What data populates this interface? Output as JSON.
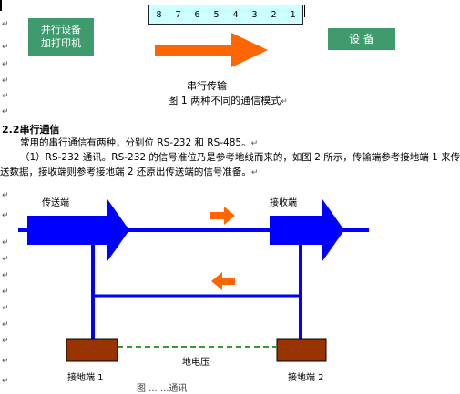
{
  "figure1": {
    "parallel_device": [
      "并行设备",
      "加打印机"
    ],
    "bits": [
      "8",
      "7",
      "6",
      "5",
      "4",
      "3",
      "2",
      "1"
    ],
    "device": "设  备",
    "serial_label": "串行传输",
    "caption": "图 1  两种不同的通信模式"
  },
  "section": {
    "heading": "2.2串行通信",
    "para1": "常用的串行通信有两种，分别位 RS-232 和 RS-485。",
    "para2_line1": "（1）RS-232 通讯。RS-232 的信号准位乃是参考地线而来的，如图 2 所示，传输端参考接地端 1 来传",
    "para2_line2": "送数据，接收端则参考接地端 2 还原出传送端的信号准备。"
  },
  "figure2": {
    "sender": "传送端",
    "receiver": "接收端",
    "ground1": "接地端 1",
    "ground2": "接地端 2",
    "ground_voltage": "地电压",
    "caption_partial": "图 ... ...通讯"
  },
  "colors": {
    "green_box": "#3f9a6e",
    "bits_bg": "#ccffff",
    "arrow_orange": "#ff6600",
    "line_blue": "#0000ff",
    "ground_brown": "#993300",
    "dashed_green": "#339933"
  },
  "paragraph_mark": "↵"
}
